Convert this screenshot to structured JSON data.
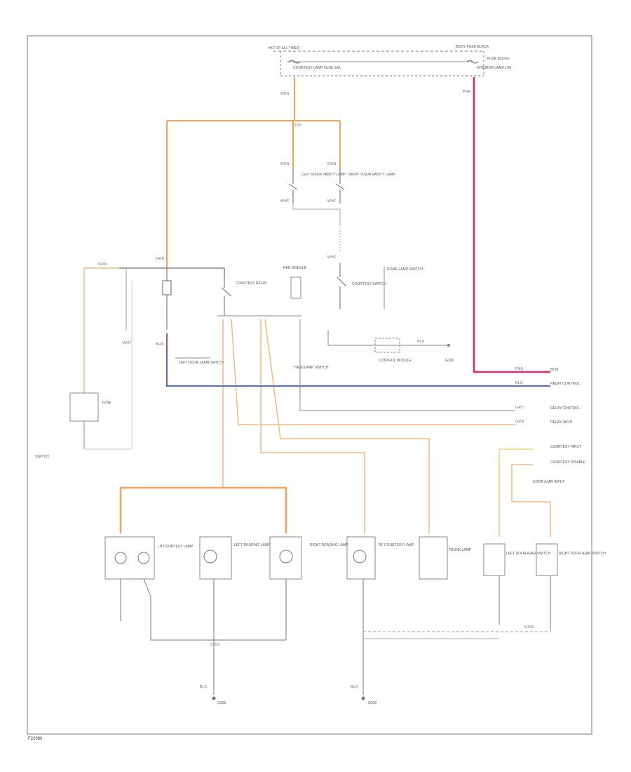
{
  "diagram": {
    "figure_code": "F22080",
    "colors": {
      "orange": "#f5a35a",
      "pink": "#e8246e",
      "blue": "#4f6fd3",
      "gray": "#888888",
      "light_orange": "#f7b97a",
      "yellow": "#f5d36a",
      "border": "#777777"
    },
    "top_fuse_box": {
      "title": "HOT AT ALL TIMES",
      "right_title": "BODY FUSE BLOCK",
      "fuse_left": "COURTESY LAMP FUSE 15A",
      "fuse_right": "INTERIOR LAMP 10A",
      "right_side": "FUSE BLOCK"
    },
    "wire_codes": {
      "left_feed": "ORN",
      "right_feed": "PNK",
      "splice_top": "S290",
      "left_lamp_top": "ORN",
      "right_lamp_top": "ORN",
      "left_lamp_bottom": "WHT",
      "right_lamp_bottom": "WHT"
    },
    "components": {
      "left_vanity": "LEFT VISOR VANITY LAMP",
      "right_vanity": "RIGHT VISOR VANITY LAMP",
      "courtesy_relay": "COURTESY RELAY",
      "courtesy_sw": "COURTESY SWITCH",
      "dome_switch": "DOME LAMP SWITCH",
      "dimmer": "HEADLAMP SWITCH",
      "fuse_module": "RKE MODULE",
      "left_door_jamb": "LEFT DOOR JAMB SWITCH",
      "lamp_l_courtesy": "LH COURTESY LAMP",
      "lamp_l_reading": "LEFT READING LAMP",
      "lamp_r_reading": "RIGHT READING LAMP",
      "lamp_rf_courtesy": "RF COURTESY LAMP",
      "trunk_lamp": "TRUNK LAMP",
      "left_door_sw": "LEFT DOOR AJAR SWITCH",
      "right_door_sw": "RIGHT DOOR AJAR SWITCH",
      "control_module": "CONTROL MODULE"
    },
    "right_connectors": {
      "c1": "BCM",
      "c2": "RELAY CONTROL",
      "c3": "RELAY CONTROL",
      "c4": "RELAY INPUT",
      "c5": "COURTESY INPUT",
      "c6": "COURTESY DISABLE",
      "c7": "DOOR AJAR INPUT"
    },
    "grounds": {
      "g_left": "G200",
      "g_right": "G300",
      "gnd_label_left": "BLK",
      "gnd_label_right": "BLK",
      "splice_left": "S200",
      "splice_right": "S300"
    }
  }
}
